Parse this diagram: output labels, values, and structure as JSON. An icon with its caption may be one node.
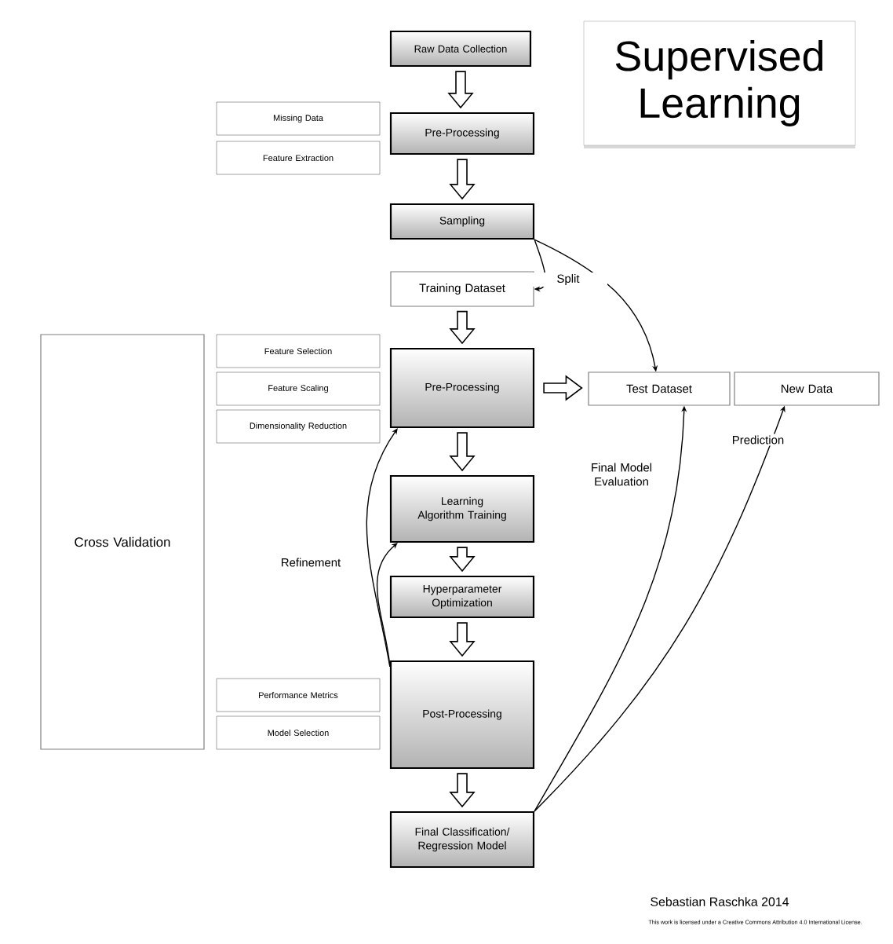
{
  "diagram": {
    "title": "Supervised Learning",
    "nodes": [
      {
        "text": [
          "Raw Data Collection"
        ]
      },
      {
        "text": [
          "Missing Data"
        ]
      },
      {
        "text": [
          "Feature Extraction"
        ]
      },
      {
        "text": [
          "Pre-Processing"
        ]
      },
      {
        "text": [
          "Sampling"
        ]
      },
      {
        "text": [
          "Training Dataset"
        ]
      },
      {
        "text": [
          "Cross Validation"
        ]
      },
      {
        "text": [
          "Feature Selection"
        ]
      },
      {
        "text": [
          "Feature Scaling"
        ]
      },
      {
        "text": [
          "Dimensionality Reduction"
        ]
      },
      {
        "text": [
          "Pre-Processing"
        ]
      },
      {
        "text": [
          "Test Dataset"
        ]
      },
      {
        "text": [
          "New Data"
        ]
      },
      {
        "text": [
          "Learning Algorithm Training"
        ]
      },
      {
        "text": [
          "Hyperparameter Optimization"
        ]
      },
      {
        "text": [
          "Performance Metrics"
        ]
      },
      {
        "text": [
          "Model Selection"
        ]
      },
      {
        "text": [
          "Post-Processing"
        ]
      },
      {
        "text": [
          "Final Classification/ Regression Model"
        ]
      }
    ],
    "edges": [
      {
        "from": 0,
        "to": 3,
        "arrow": "to",
        "style": "thick"
      },
      {
        "from": 3,
        "to": 4,
        "arrow": "to",
        "style": "thick"
      },
      {
        "from": 4,
        "to": 5,
        "arrow": "to",
        "label": "Split"
      },
      {
        "from": 4,
        "to": 11,
        "arrow": "to"
      },
      {
        "from": 5,
        "to": 10,
        "arrow": "to",
        "style": "thick"
      },
      {
        "from": 10,
        "to": 13,
        "arrow": "to",
        "style": "thick"
      },
      {
        "from": 10,
        "to": 11,
        "arrow": "to",
        "style": "thick"
      },
      {
        "from": 13,
        "to": 14,
        "arrow": "to",
        "style": "thick"
      },
      {
        "from": 14,
        "to": 17,
        "arrow": "to",
        "style": "thick"
      },
      {
        "from": 17,
        "to": 18,
        "arrow": "to",
        "style": "thick"
      },
      {
        "from": 17,
        "to": 10,
        "arrow": "to",
        "label": "Refinement"
      },
      {
        "from": 17,
        "to": 13,
        "arrow": "to"
      },
      {
        "from": 18,
        "to": 11,
        "arrow": "to",
        "label": "Final Model Evaluation"
      },
      {
        "from": 18,
        "to": 12,
        "arrow": "to",
        "label": "Prediction"
      }
    ],
    "labels": [
      "Sebastian Raschka 2014",
      "This work is licensed under a Creative Commons Attribution 4.0 International License."
    ]
  }
}
